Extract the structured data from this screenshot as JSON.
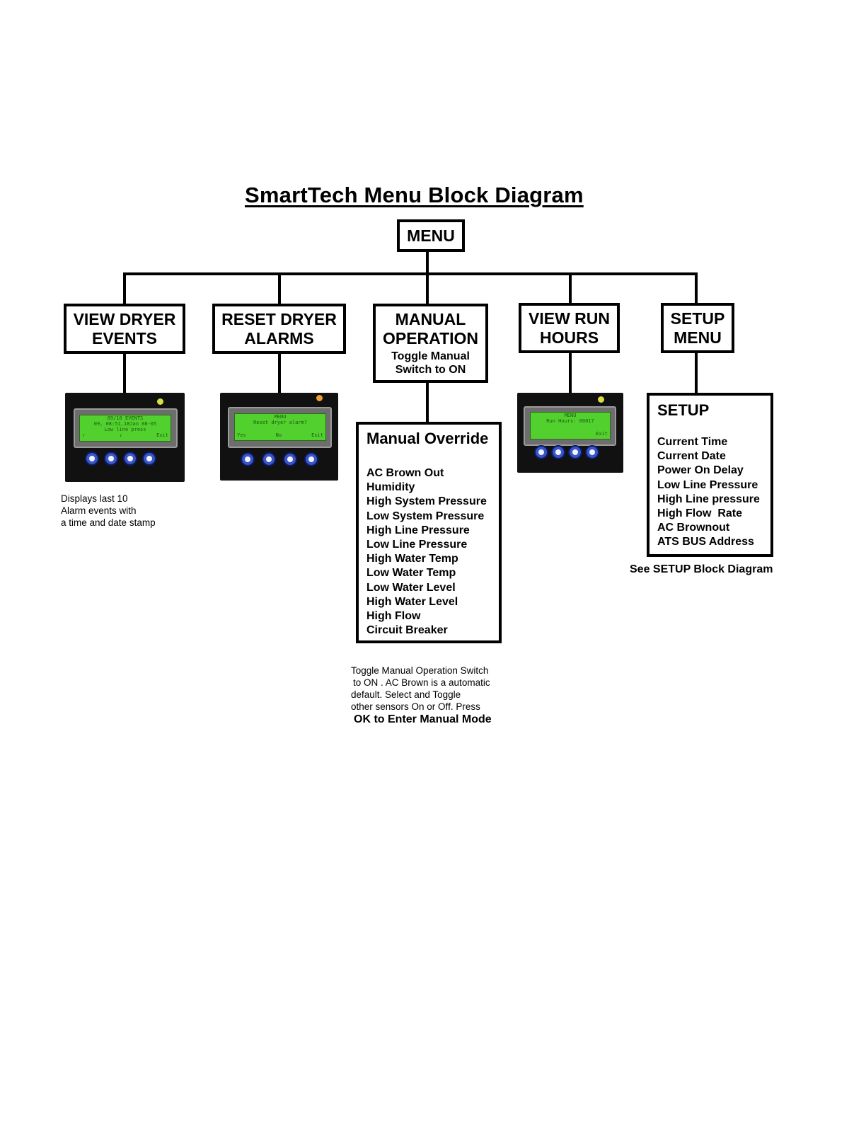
{
  "diagram": {
    "title": "SmartTech Menu Block Diagram",
    "root": "MENU",
    "branches": {
      "view_dryer_events": {
        "label_line1": "VIEW DRYER",
        "label_line2": "EVENTS",
        "display": {
          "line1": "09/10 EVENTS",
          "line2": "09, 08:51,18Jan 08-05",
          "line3": "Low line press",
          "softkeys": [
            "↑",
            "↓",
            "Exit"
          ]
        },
        "note_lines": [
          "Displays last 10",
          "Alarm events with",
          "a time and date stamp"
        ]
      },
      "reset_dryer_alarms": {
        "label_line1": "RESET DRYER",
        "label_line2": "ALARMS",
        "display": {
          "line1": "MENU",
          "line2": "Reset dryer alarm?",
          "softkeys": [
            "Yes",
            "No",
            "Exit"
          ]
        }
      },
      "manual_operation": {
        "label_line1": "MANUAL",
        "label_line2": "OPERATION",
        "sub_line1": "Toggle Manual",
        "sub_line2": "Switch to ON",
        "override": {
          "title": "Manual Override",
          "items": [
            "AC Brown Out",
            "Humidity",
            "High System Pressure",
            "Low System Pressure",
            "High Line Pressure",
            "Low Line Pressure",
            "High Water Temp",
            "Low Water Temp",
            "Low Water Level",
            "High Water Level",
            "High Flow",
            "Circuit Breaker"
          ]
        },
        "note_lines": [
          "Toggle Manual Operation Switch",
          "to ON . AC Brown is a automatic",
          "default. Select and Toggle",
          "other sensors On or Off. Press"
        ],
        "note_bold": "OK to Enter Manual Mode"
      },
      "view_run_hours": {
        "label_line1": "VIEW RUN",
        "label_line2": "HOURS",
        "display": {
          "line1": "MENU",
          "line2": "Run Hours: 00017",
          "softkeys": [
            "Exit"
          ]
        }
      },
      "setup_menu": {
        "label_line1": "SETUP",
        "label_line2": "MENU",
        "setup": {
          "title": "SETUP",
          "items": [
            "Current Time",
            "Current Date",
            "Power On Delay",
            "Low Line Pressure",
            "High Line pressure",
            "High Flow  Rate",
            "AC Brownout",
            "ATS BUS Address"
          ]
        },
        "note": "See SETUP Block Diagram"
      }
    },
    "colors": {
      "lcd_green": "#52d12e",
      "button_blue": "#3a55c4",
      "led_yellow": "#d8e040",
      "led_orange": "#f0a030"
    }
  }
}
